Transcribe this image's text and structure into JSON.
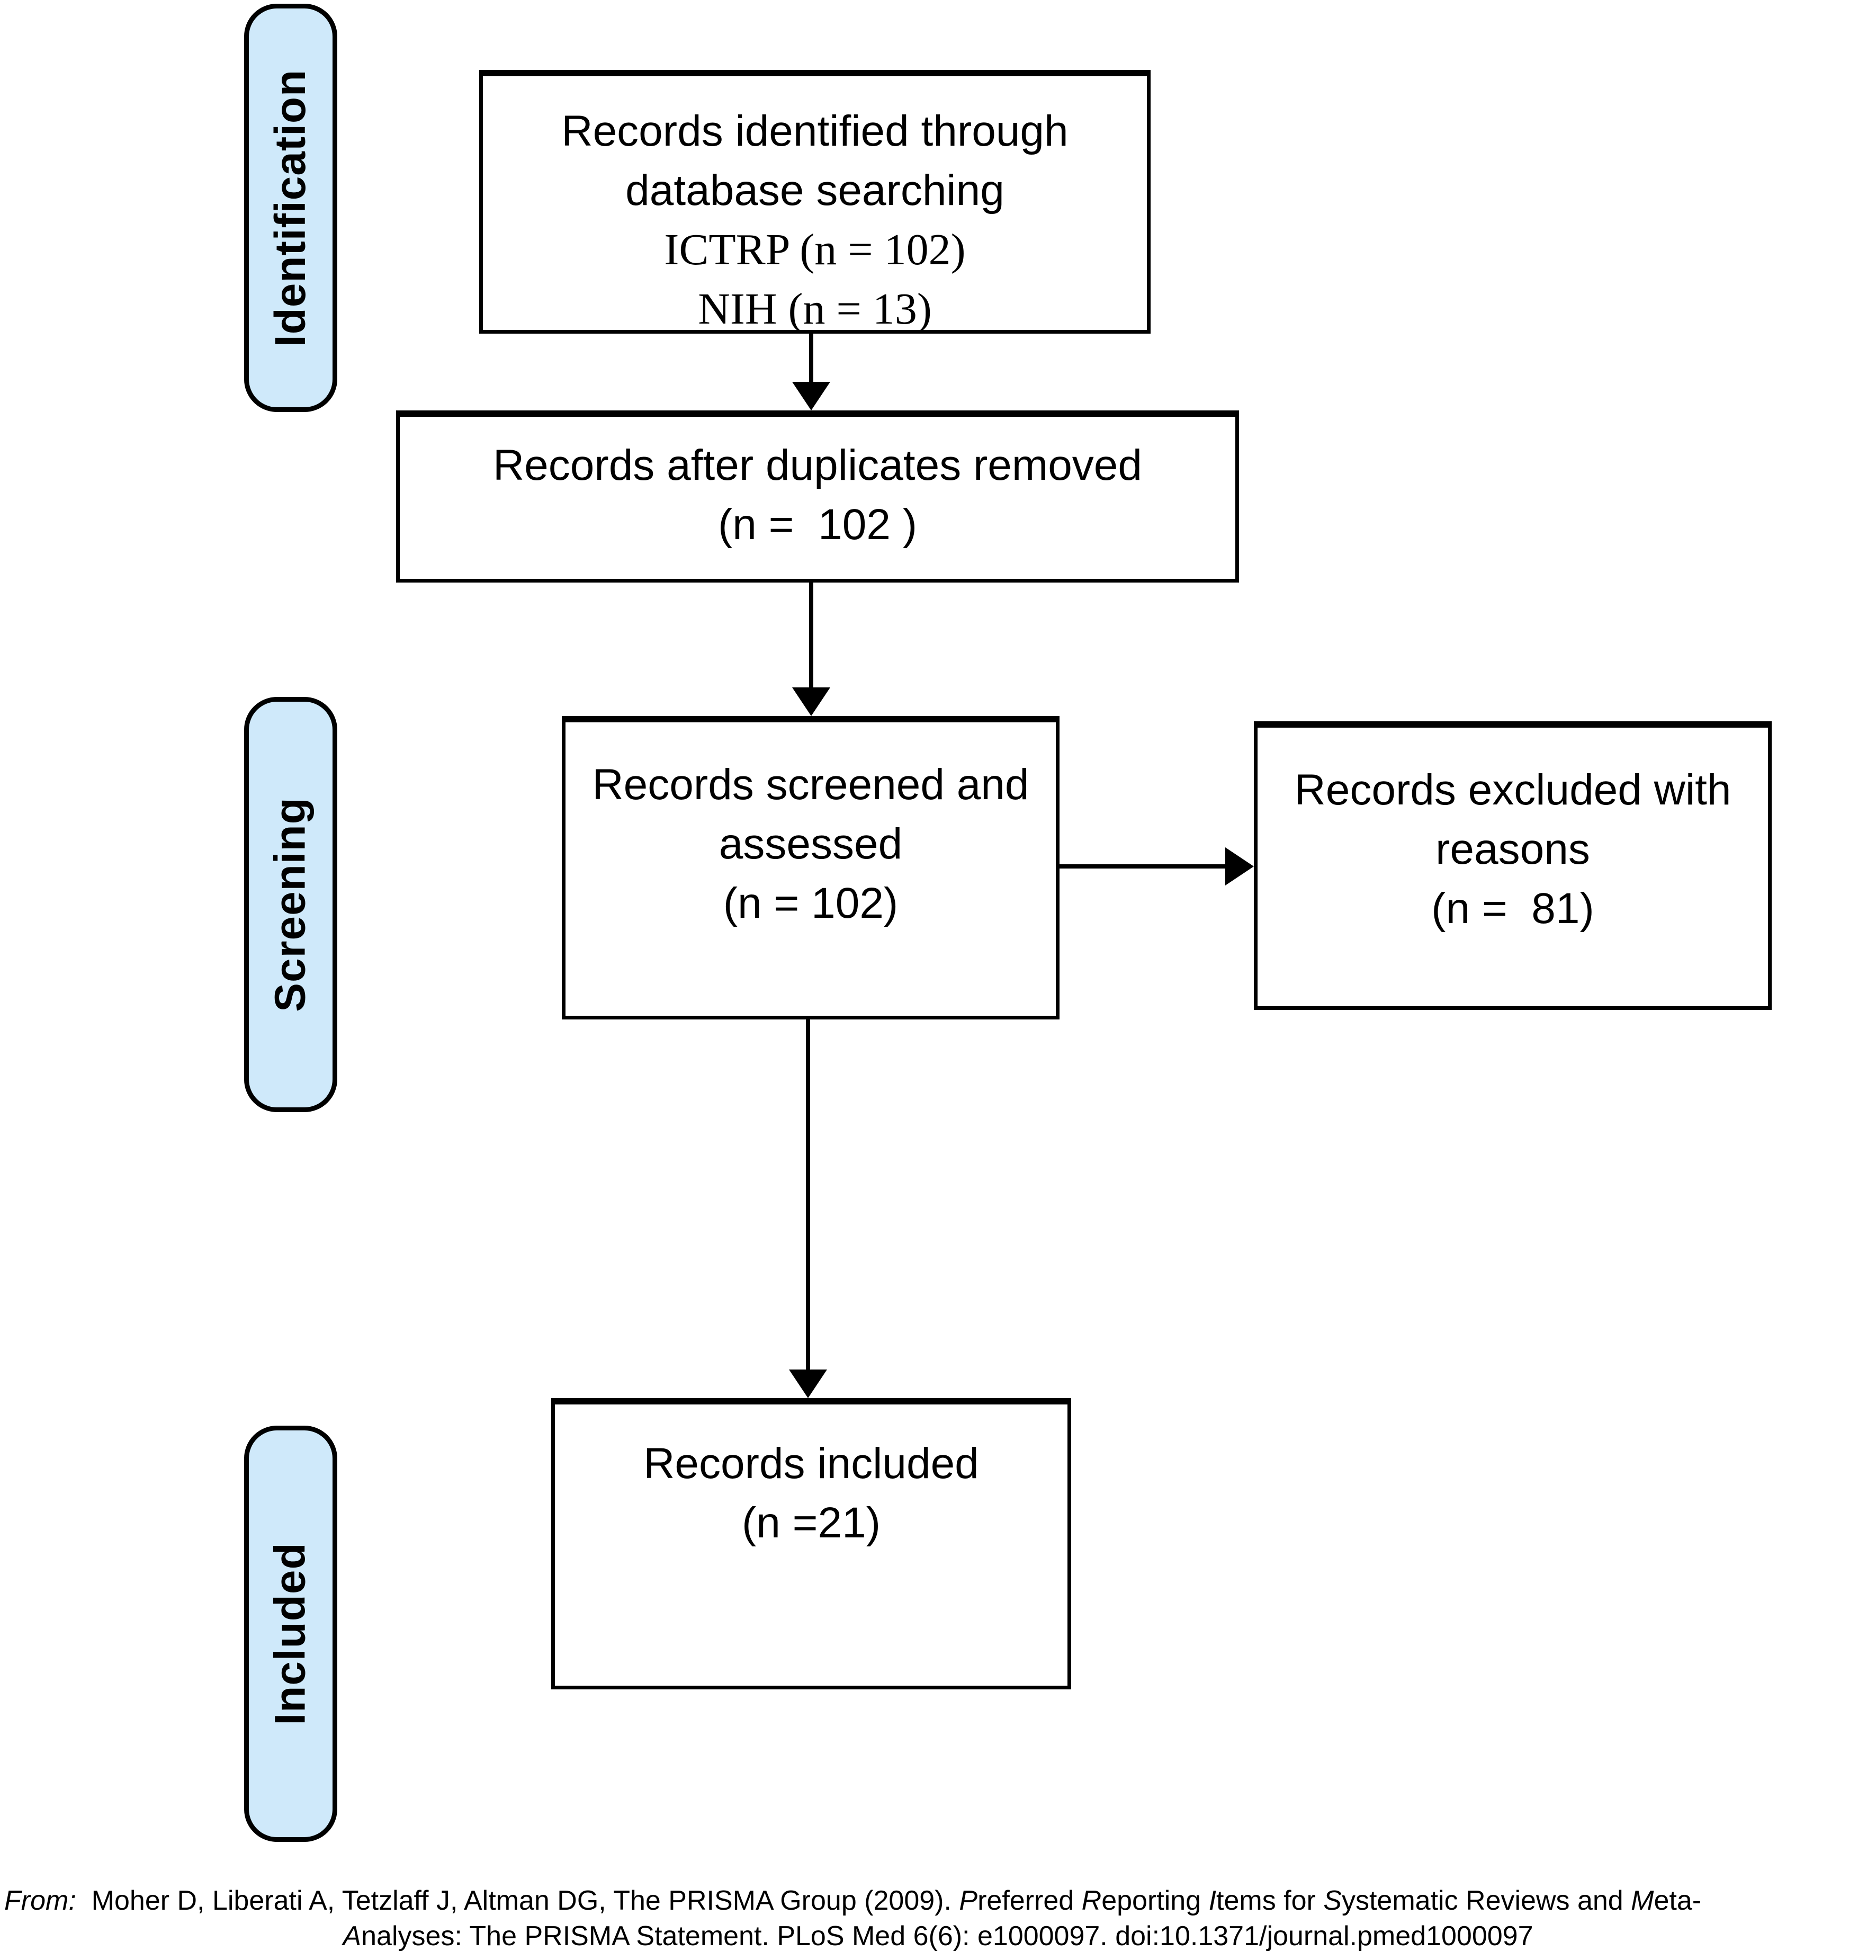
{
  "stages": {
    "identification": "Identification",
    "screening": "Screening",
    "included": "Included"
  },
  "boxes": {
    "identified": {
      "lines": [
        "Records identified through",
        "database searching",
        "ICTRP (n = 102)",
        "NIH (n = 13)"
      ]
    },
    "duplicates_removed": {
      "lines": [
        "Records after duplicates removed",
        "(n =  102 )"
      ]
    },
    "screened": {
      "lines": [
        "Records screened and",
        "assessed",
        "(n = 102)"
      ]
    },
    "excluded": {
      "lines": [
        "Records excluded with",
        "reasons",
        "(n =  81)"
      ]
    },
    "included": {
      "lines": [
        "Records included",
        "(n =21)"
      ]
    }
  },
  "colors": {
    "stage_fill": "#cfe9fa",
    "line_color": "#000000",
    "background": "#ffffff"
  },
  "citation": {
    "line1_segments": [
      {
        "text": "From:",
        "italic": true
      },
      {
        "text": "  Moher D, Liberati A, Tetzlaff J, Altman DG, The PRISMA Group (2009). ",
        "italic": false
      },
      {
        "text": "P",
        "italic": true
      },
      {
        "text": "referred ",
        "italic": false
      },
      {
        "text": "R",
        "italic": true
      },
      {
        "text": "eporting ",
        "italic": false
      },
      {
        "text": "I",
        "italic": true
      },
      {
        "text": "tems for ",
        "italic": false
      },
      {
        "text": "S",
        "italic": true
      },
      {
        "text": "ystematic Reviews and ",
        "italic": false
      },
      {
        "text": "M",
        "italic": true
      },
      {
        "text": "eta-",
        "italic": false
      }
    ],
    "line2_segments": [
      {
        "text": "A",
        "italic": true
      },
      {
        "text": "nalyses: The PRISMA Statement. PLoS Med 6(6): e1000097. doi:10.1371/journal.pmed1000097",
        "italic": false
      }
    ]
  }
}
